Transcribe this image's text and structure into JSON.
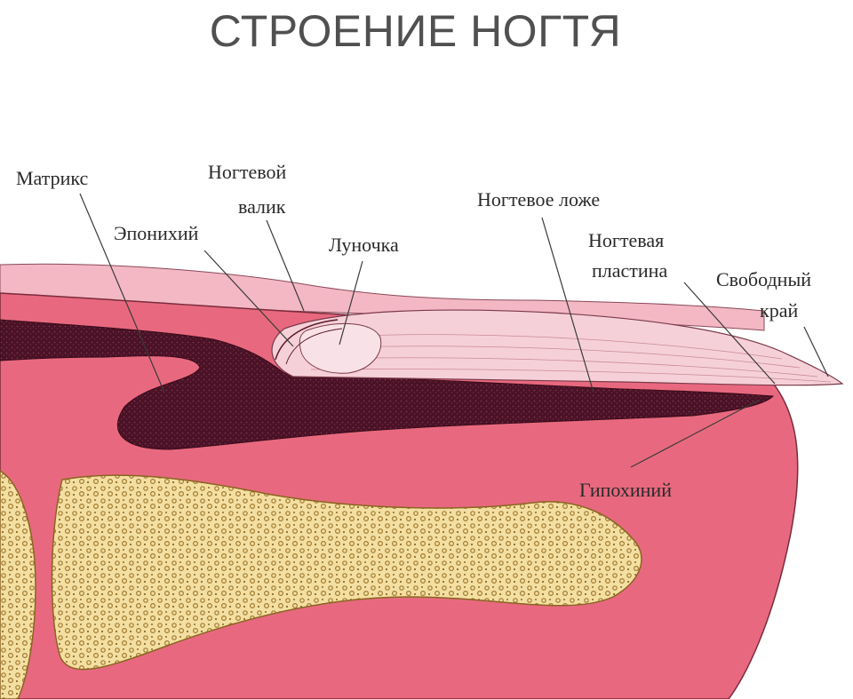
{
  "title": "СТРОЕНИЕ НОГТЯ",
  "labels": {
    "matrix": "Матрикс",
    "nail_fold_line1": "Ногтевой",
    "nail_fold_line2": "валик",
    "eponychium": "Эпонихий",
    "lunula": "Луночка",
    "nail_bed": "Ногтевое ложе",
    "nail_plate_line1": "Ногтевая",
    "nail_plate_line2": "пластина",
    "free_edge_line1": "Свободный",
    "free_edge_line2": "край",
    "hyponychium": "Гипохиний"
  },
  "colors": {
    "flesh": "#e8697f",
    "skin_light": "#f3b8c4",
    "nail_plate": "#f6d0d8",
    "matrix_dark": "#4a1226",
    "bone": "#f4dfa2",
    "bone_texture": "#b08a3c",
    "title": "#505050"
  }
}
